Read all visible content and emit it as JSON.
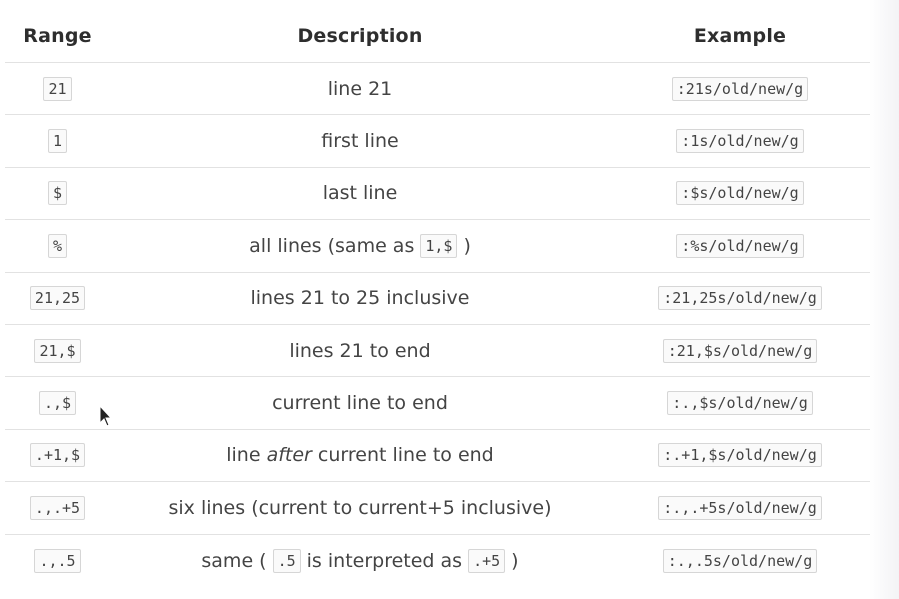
{
  "headers": {
    "range": "Range",
    "description": "Description",
    "example": "Example"
  },
  "rows": [
    {
      "range": "21",
      "description": "line 21",
      "example": ":21s/old/new/g"
    },
    {
      "range": "1",
      "description": "first line",
      "example": ":1s/old/new/g"
    },
    {
      "range": "$",
      "description": "last line",
      "example": ":$s/old/new/g"
    },
    {
      "range": "%",
      "description_parts": [
        "all lines (same as",
        "1,$",
        ")"
      ],
      "example": ":%s/old/new/g"
    },
    {
      "range": "21,25",
      "description": "lines 21 to 25 inclusive",
      "example": ":21,25s/old/new/g"
    },
    {
      "range": "21,$",
      "description": "lines 21 to end",
      "example": ":21,$s/old/new/g"
    },
    {
      "range": ".,$",
      "description": "current line to end",
      "example": ":.,$s/old/new/g"
    },
    {
      "range": ".+1,$",
      "description_parts": [
        "line",
        "after",
        "current line to end"
      ],
      "example": ":.+1,$s/old/new/g"
    },
    {
      "range": ".,.+5",
      "description": "six lines (current to current+5 inclusive)",
      "example": ":.,.+5s/old/new/g"
    },
    {
      "range": ".,.5",
      "description_parts": [
        "same (",
        ".5",
        "is interpreted as",
        ".+5",
        ")"
      ],
      "example": ":.,.5s/old/new/g"
    }
  ]
}
